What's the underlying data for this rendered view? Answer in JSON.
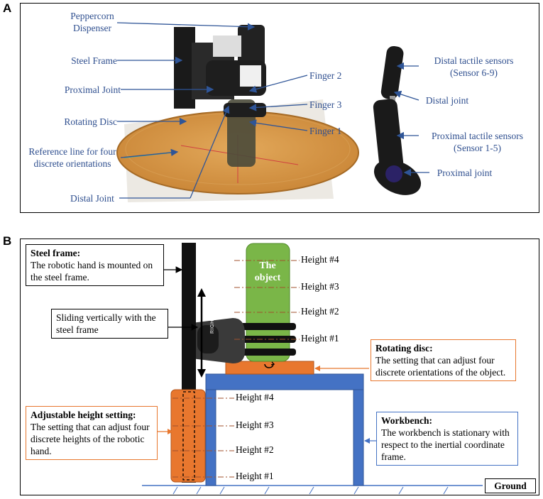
{
  "panel_a": {
    "label": "A",
    "labels": {
      "dispenser": "Peppercorn\nDispenser",
      "steel_frame": "Steel Frame",
      "proximal_joint": "Proximal Joint",
      "rotating_disc": "Rotating Disc",
      "reference_line": "Reference line for four\ndiscrete orientations",
      "distal_joint": "Distal Joint",
      "finger2": "Finger 2",
      "finger3": "Finger 3",
      "finger1": "Finger 1",
      "distal_sensors": "Distal tactile sensors\n(Sensor 6-9)",
      "distal_joint_r": "Distal joint",
      "proximal_sensors": "Proximal tactile sensors\n(Sensor 1-5)",
      "proximal_joint_r": "Proximal joint"
    }
  },
  "panel_b": {
    "label": "B",
    "steel_frame": {
      "title": "Steel frame:",
      "text": "The robotic hand is mounted on the steel frame."
    },
    "sliding": "Sliding vertically with the steel frame",
    "object": "The object",
    "obj_heights": [
      "Height #4",
      "Height #3",
      "Height #2",
      "Height #1"
    ],
    "base_heights": [
      "Height #4",
      "Height #3",
      "Height #2",
      "Height #1"
    ],
    "rotating_disc": {
      "title": "Rotating disc:",
      "text": "The setting that can adjust four discrete orientations of the object."
    },
    "adjustable": {
      "title": "Adjustable height setting:",
      "text": "The setting that can adjust four discrete heights of the robotic hand."
    },
    "workbench": {
      "title": "Workbench:",
      "text": "The workbench is stationary with respect to the inertial coordinate frame."
    },
    "ground": "Ground",
    "hand_brand": "RIGHTHAND",
    "colors": {
      "object": "#7ab648",
      "orange": "#e8772e",
      "blue": "#4472c4",
      "arrow": "#2f5597"
    }
  }
}
